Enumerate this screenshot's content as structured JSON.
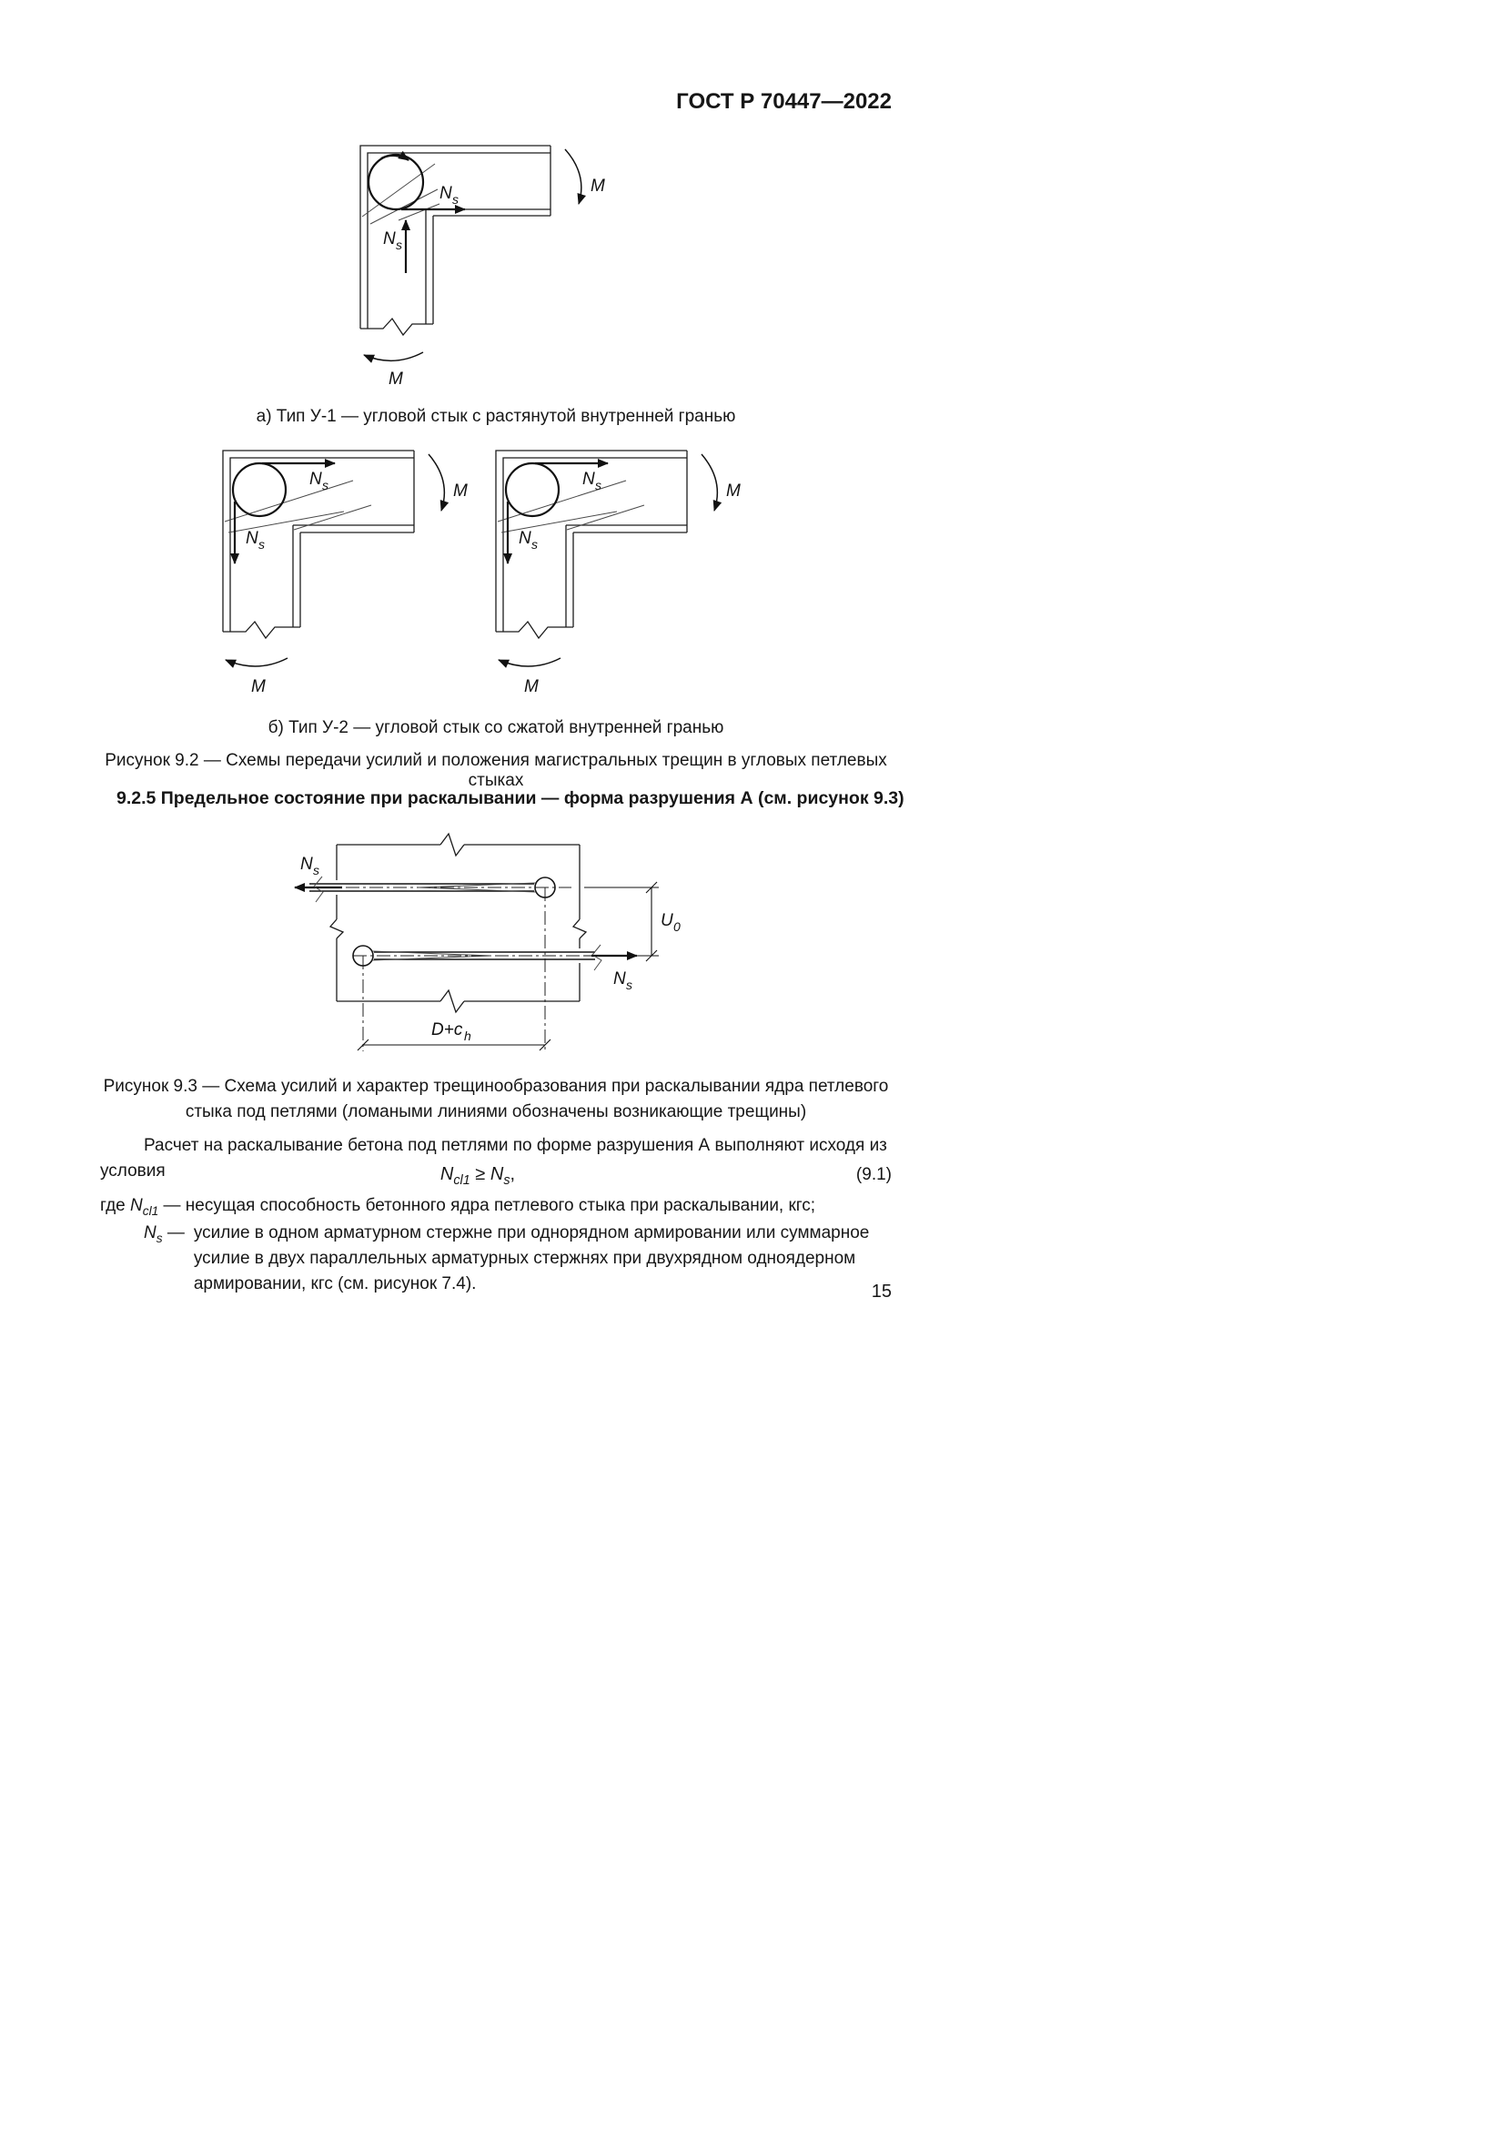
{
  "header": {
    "title": "ГОСТ Р 70447—2022"
  },
  "sym": {
    "N": "N",
    "s": "s",
    "M": "M",
    "U": "U",
    "zero": "0",
    "Dc": "D+c",
    "h": "h"
  },
  "figures": {
    "caption_a": "а) Тип У-1 — угловой стык с растянутой внутренней гранью",
    "caption_b": "б) Тип У-2 — угловой стык со сжатой внутренней гранью",
    "fig92_caption": "Рисунок 9.2 — Схемы передачи усилий и положения магистральных трещин в угловых петлевых стыках",
    "fig93_caption": "Рисунок 9.3 — Схема усилий и характер трещинообразования при раскалывании ядра петлевого стыка под петлями (ломаными линиями обозначены возникающие трещины)"
  },
  "section": {
    "heading": "9.2.5 Предельное состояние при раскалывании — форма разрушения А (см. рисунок 9.3)"
  },
  "body": {
    "intro": "Расчет на раскалывание бетона под петлями по форме разрушения А выполняют исходя из условия",
    "where_label": "где",
    "term1": {
      "base": "N",
      "sub": "cl1",
      "dash": "—",
      "text": "несущая способность бетонного ядра петлевого стыка при раскалывании, кгс;"
    },
    "term2": {
      "base": "N",
      "sub": "s",
      "dash": "—",
      "text": "усилие в одном арматурном стержне при однорядном армировании или суммарное усилие в двух параллельных арматурных стержнях при двухрядном одноядерном армировании, кгс (см. рисунок 7.4)."
    }
  },
  "formula": {
    "lhs_base": "N",
    "lhs_sub": "cl1",
    "relation": "≥",
    "rhs_base": "N",
    "rhs_sub": "s",
    "comma": ",",
    "number": "(9.1)"
  },
  "footer": {
    "page_number": "15"
  }
}
